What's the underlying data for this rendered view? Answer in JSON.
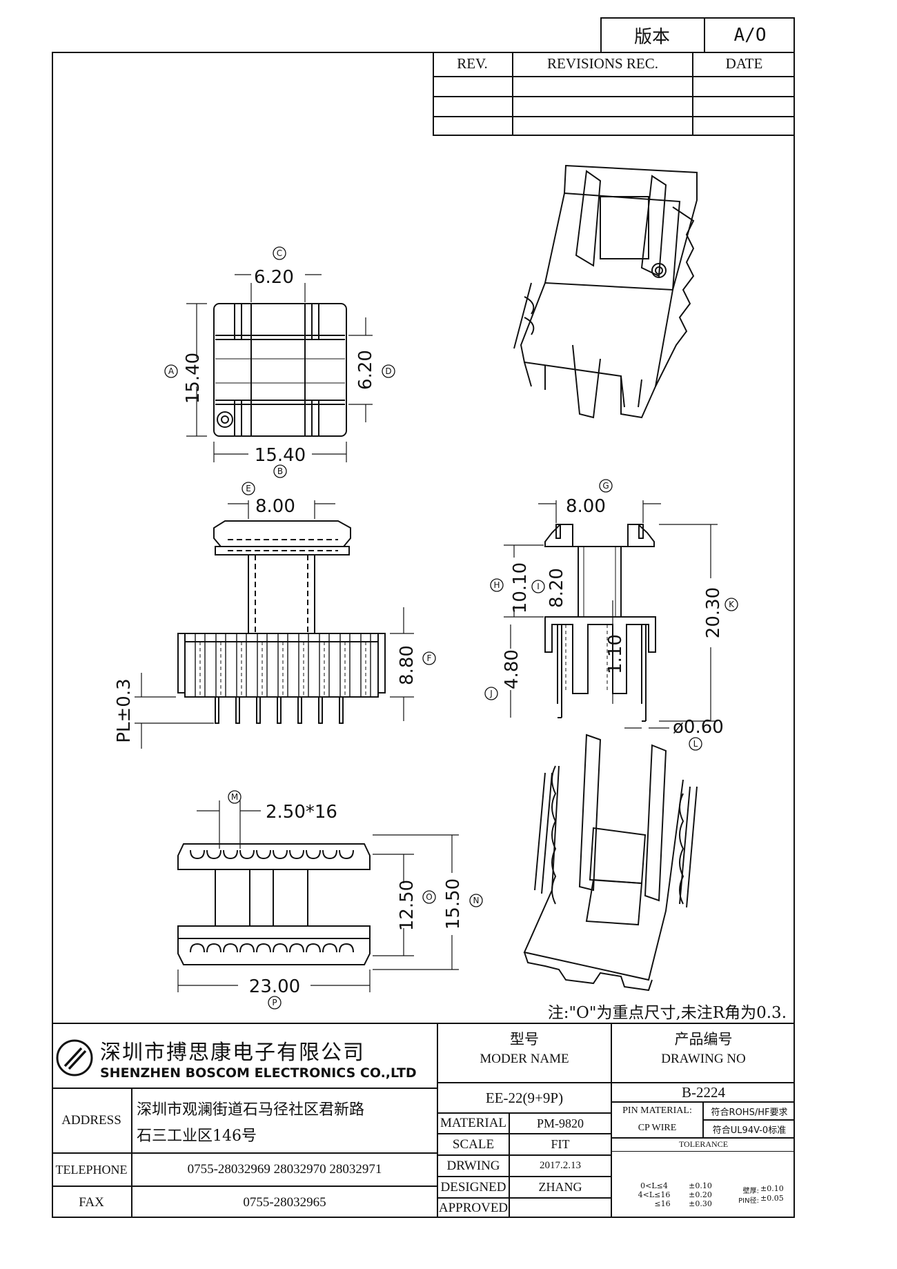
{
  "version_box": {
    "label": "版本",
    "value": "A/O"
  },
  "revisions": {
    "headers": [
      "REV.",
      "REVISIONS REC.",
      "DATE"
    ],
    "rows": [
      [
        "",
        "",
        ""
      ],
      [
        "",
        "",
        ""
      ],
      [
        "",
        "",
        ""
      ]
    ]
  },
  "dimensions": {
    "top_view": {
      "c": "6.20",
      "a": "15.40",
      "d": "6.20",
      "b": "15.40"
    },
    "front_view": {
      "e": "8.00",
      "f": "8.80",
      "pl": "PL±0.3"
    },
    "side_view": {
      "g": "8.00",
      "h": "10.10",
      "i": "8.20",
      "k": "20.30",
      "j": "4.80",
      "pin_gap": "1.10",
      "l": "ø0.60"
    },
    "bottom_view": {
      "m": "2.50*16",
      "o": "12.50",
      "n": "15.50",
      "p": "23.00"
    }
  },
  "callouts": [
    "A",
    "B",
    "C",
    "D",
    "E",
    "F",
    "G",
    "H",
    "I",
    "J",
    "K",
    "L",
    "M",
    "N",
    "O",
    "P"
  ],
  "note": "注:\"O\"为重点尺寸,未注R角为0.3.",
  "company": {
    "name_cn": "深圳市搏思康电子有限公司",
    "name_en": "SHENZHEN BOSCOM ELECTRONICS CO.,LTD"
  },
  "address": {
    "label": "ADDRESS",
    "line1": "深圳市观澜街道石马径社区君新路",
    "line2": "石三工业区146号"
  },
  "telephone": {
    "label": "TELEPHONE",
    "value": "0755-28032969 28032970 28032971"
  },
  "fax": {
    "label": "FAX",
    "value": "0755-28032965"
  },
  "model": {
    "label_cn": "型号",
    "label_en": "MODER NAME",
    "value": "EE-22(9+9P)"
  },
  "drawing_no": {
    "label_cn": "产品编号",
    "label_en": "DRAWING NO",
    "value": "B-2224"
  },
  "material": {
    "label": "MATERIAL",
    "value": "PM-9820"
  },
  "scale": {
    "label": "SCALE",
    "value": "FIT"
  },
  "drawing": {
    "label": "DRWING",
    "value": "2017.2.13"
  },
  "designed": {
    "label": "DESIGNED",
    "value": "ZHANG"
  },
  "approved": {
    "label": "APPROVED",
    "value": ""
  },
  "pin_material": {
    "label": "PIN MATERIAL:",
    "value": "CP WIRE",
    "rohs": "符合ROHS/HF要求",
    "ul": "符合UL94V-0标准"
  },
  "tolerance": {
    "title": "TOLERANCE",
    "rows": [
      {
        "range": "0<L≤4",
        "tol": "±0.10"
      },
      {
        "range": "4<L≤16",
        "tol": "±0.20"
      },
      {
        "range": "≤16",
        "tol": "±0.30"
      }
    ],
    "wall": {
      "label": "壁厚:",
      "tol": "±0.10"
    },
    "pin": {
      "label": "PIN径:",
      "tol": "±0.05"
    }
  }
}
